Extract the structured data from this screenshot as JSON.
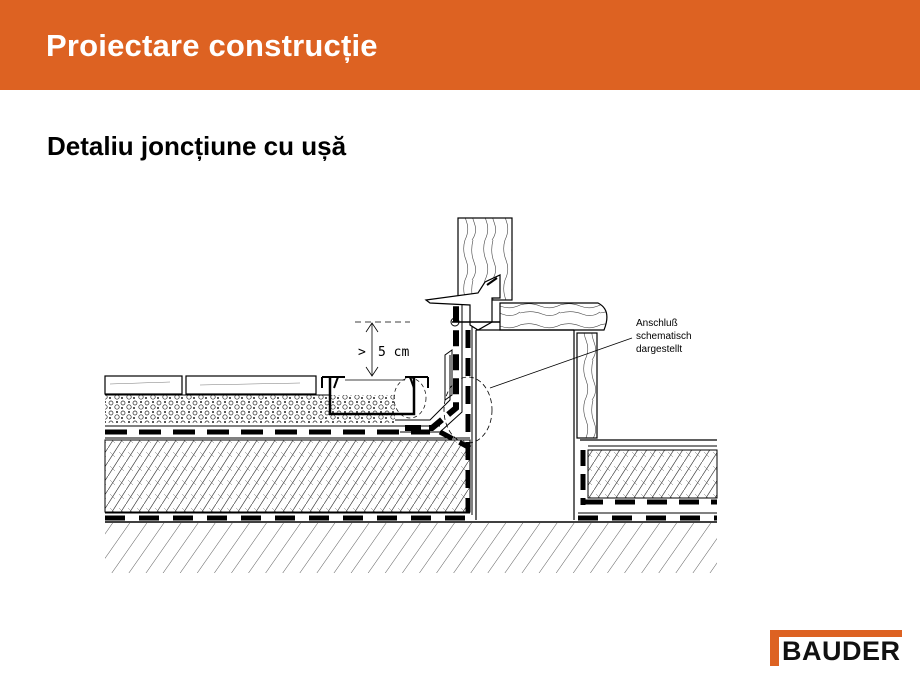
{
  "header": {
    "title": "Proiectare construcție"
  },
  "slide": {
    "subtitle": "Detaliu joncțiune cu ușă"
  },
  "diagram": {
    "dimension_label": "5 cm",
    "annotation_line1": "Anschluß",
    "annotation_line2": "schematisch",
    "annotation_line3": "dargestellt"
  },
  "logo": {
    "text": "BAUDER",
    "color": "#dd6222"
  },
  "colors": {
    "header_bg": "#dd6222",
    "title_text": "#ffffff"
  }
}
